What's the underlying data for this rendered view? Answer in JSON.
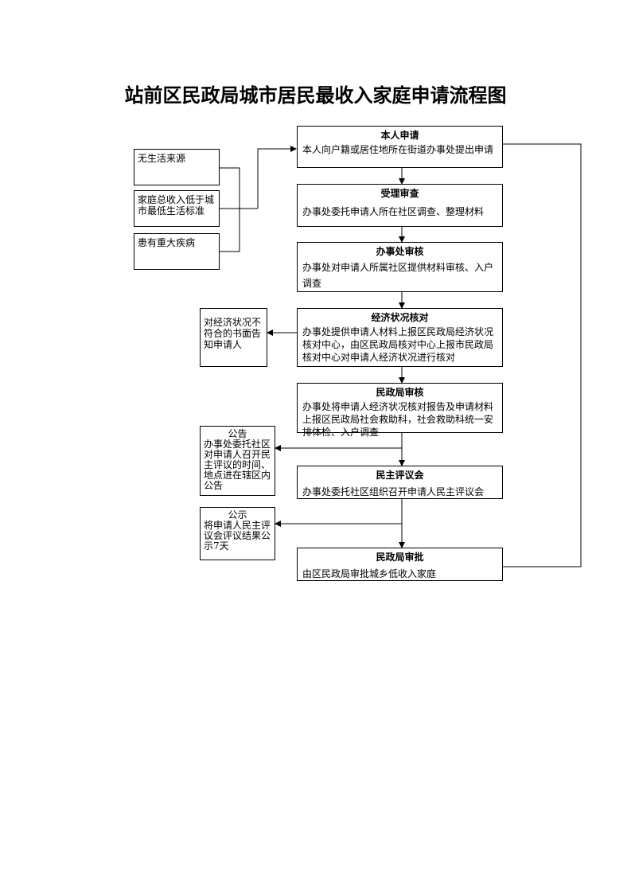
{
  "title": "站前区民政局城市居民最收入家庭申请流程图",
  "conditions": [
    {
      "text": "无生活来源"
    },
    {
      "text": "家庭总收入低于城市最低生活标准"
    },
    {
      "text": "患有重大疾病"
    }
  ],
  "steps": [
    {
      "title": "本人申请",
      "body": "本人向户籍或居住地所在街道办事处提出申请"
    },
    {
      "title": "受理审查",
      "body": "办事处委托申请人所在社区调查、整理材料"
    },
    {
      "title": "办事处审核",
      "body": "办事处对申请人所属社区提供材料审核、入户调查"
    },
    {
      "title": "经济状况核对",
      "body": "办事处提供申请人材料上报区民政局经济状况核对中心，由区民政局核对中心上报市民政局核对中心对申请人经济状况进行核对"
    },
    {
      "title": "民政局审核",
      "body": "办事处将申请人经济状况核对报告及申请材料上报区民政局社会救助科，社会救助科统一安排体检、入户调查"
    },
    {
      "title": "民主评议会",
      "body": "办事处委托社区组织召开申请人民主评议会"
    },
    {
      "title": "民政局审批",
      "body": "由区民政局审批城乡低收入家庭"
    }
  ],
  "notices": [
    {
      "title": "",
      "body": "对经济状况不符合的书面告知申请人"
    },
    {
      "title": "公告",
      "body": "办事处委托社区对申请人召开民主评议的时间、地点进在辖区内公告"
    },
    {
      "title": "公示",
      "body": "将申请人民主评议会评议结果公示7天"
    }
  ]
}
